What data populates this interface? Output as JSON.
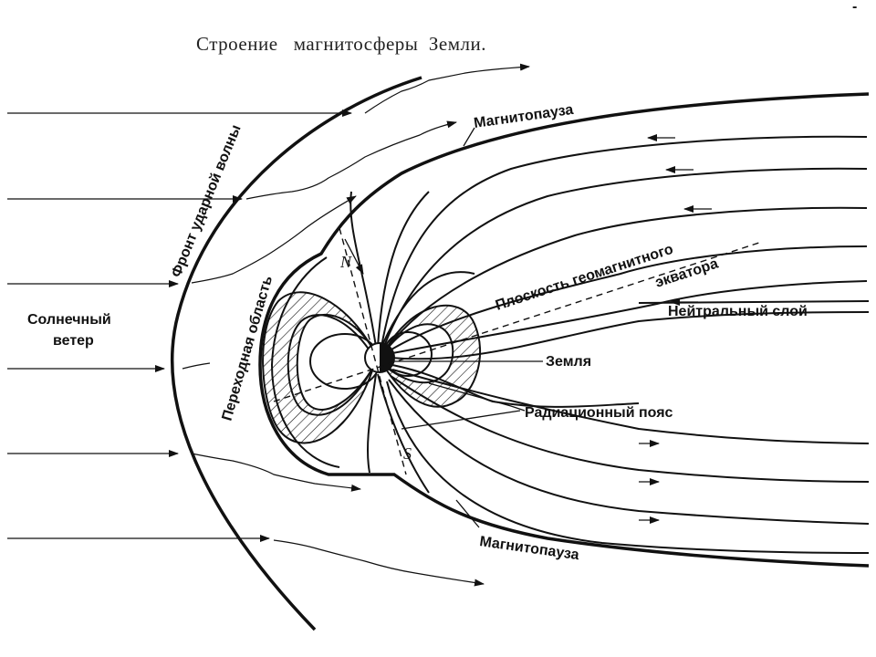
{
  "title": "Строение   магнитосферы  Земли.",
  "labels": {
    "magnetopause_top": "Магнитопауза",
    "magnetopause_bottom": "Магнитопауза",
    "shock_front": "Фронт ударной волны",
    "transition_region": "Переходная область",
    "solar_wind_line1": "Солнечный",
    "solar_wind_line2": "ветер",
    "equator_plane_line1": "Плоскость геомагнитного",
    "equator_plane_line2": "экватора",
    "neutral_layer": "Нейтральный слой",
    "earth": "Земля",
    "radiation_belt": "Радиационный пояс",
    "north_pole": "N",
    "south_pole": "S",
    "corner_mark": "-"
  }
}
